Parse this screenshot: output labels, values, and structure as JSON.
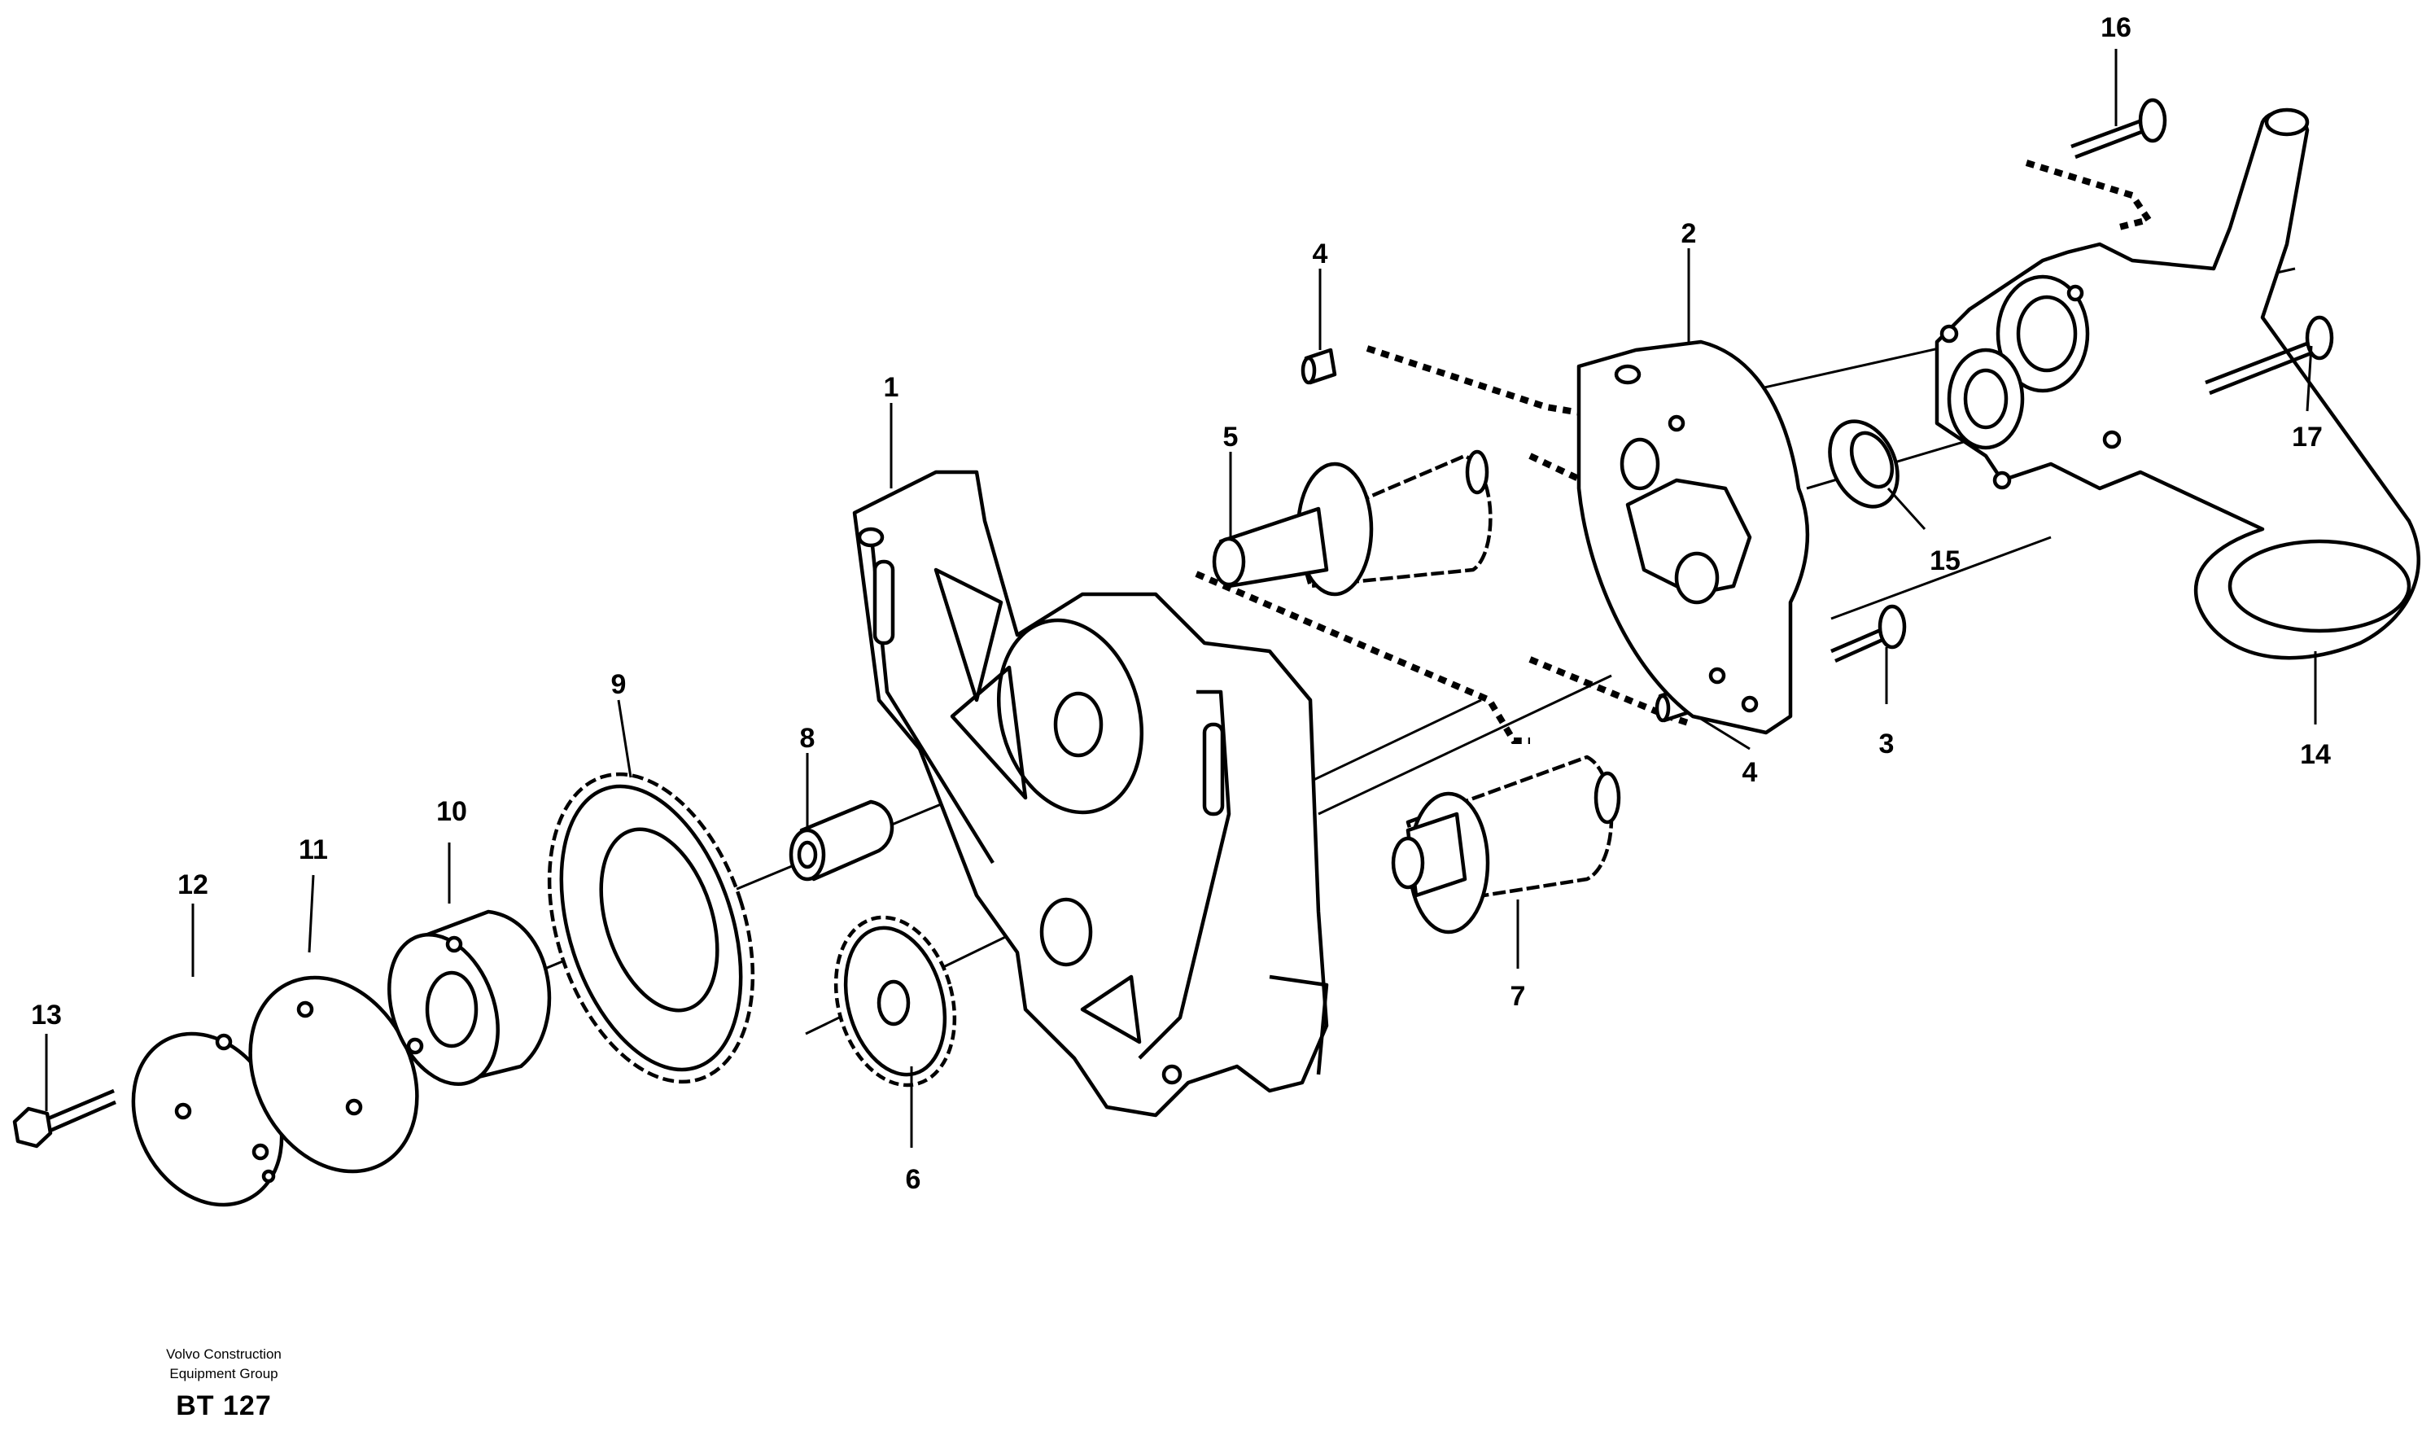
{
  "callouts": [
    "1",
    "2",
    "3",
    "4",
    "5",
    "6",
    "7",
    "8",
    "9",
    "10",
    "11",
    "12",
    "13",
    "14",
    "15",
    "16",
    "17"
  ],
  "footer": {
    "company_line1": "Volvo Construction",
    "company_line2": "Equipment Group",
    "figure_code": "BT 127"
  }
}
